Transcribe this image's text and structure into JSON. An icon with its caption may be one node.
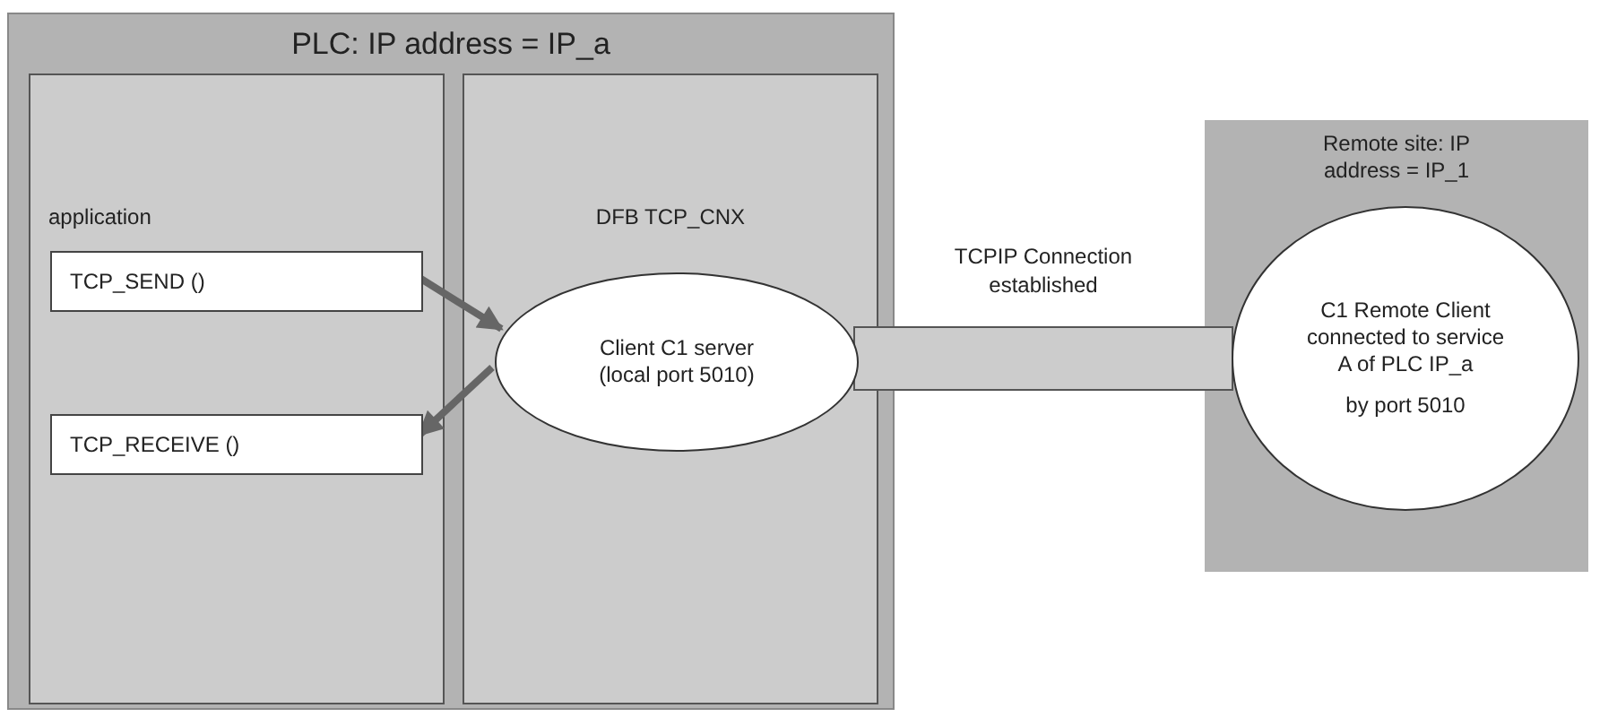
{
  "diagram": {
    "nodes": [
      {
        "text": [
          "PLC: IP address = IP_a"
        ]
      },
      {
        "text": [
          "application"
        ],
        "in": 0
      },
      {
        "text": [
          "TCP_SEND ()"
        ],
        "in": 1
      },
      {
        "text": [
          "TCP_RECEIVE ()"
        ],
        "in": 1
      },
      {
        "text": [
          "DFB TCP_CNX"
        ],
        "in": 0
      },
      {
        "text": [
          "Client C1 server (local port 5010)"
        ],
        "in": 4
      },
      {
        "text": [
          "Remote site: IP address = IP_1"
        ]
      },
      {
        "text": [
          "C1 Remote Client connected to service A of PLC IP_a",
          "by port 5010"
        ],
        "in": 6
      }
    ],
    "edges": [
      {
        "from": 2,
        "to": 5,
        "arrow": "to"
      },
      {
        "from": 5,
        "to": 3,
        "arrow": "to"
      },
      {
        "from": 5,
        "to": 7,
        "arrow": "none",
        "label": "TCPIP Connection established",
        "style": "thick",
        "color": "#cccccc"
      }
    ]
  }
}
